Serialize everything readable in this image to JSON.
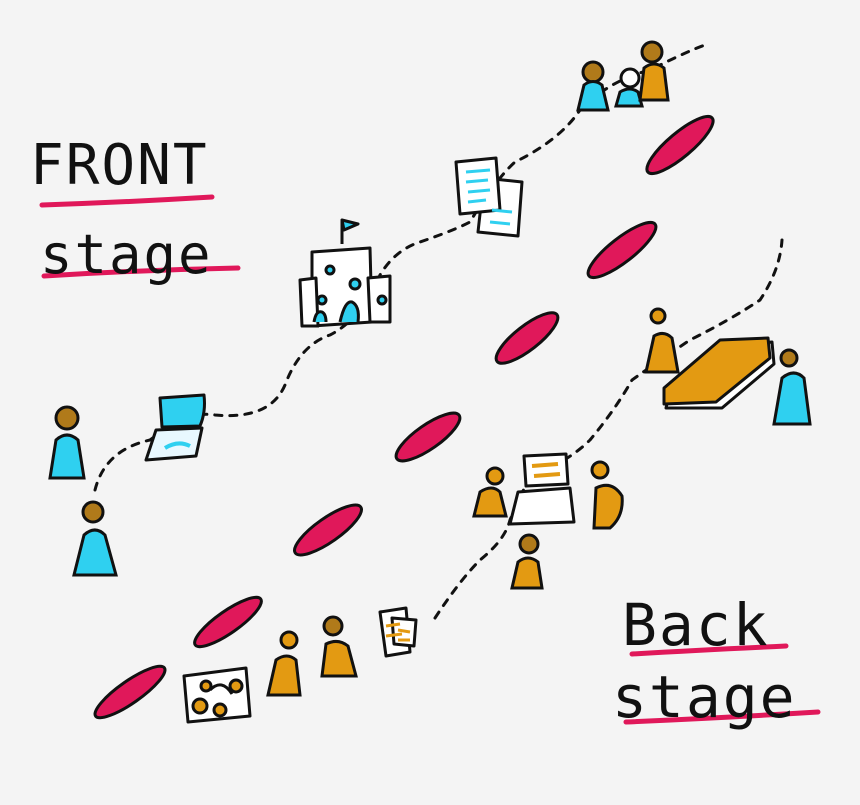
{
  "labels": {
    "front": {
      "line1": "FRONT",
      "line2": "stage"
    },
    "back": {
      "line1": "Back",
      "line2": "stage"
    }
  },
  "colors": {
    "background": "#f4f4f4",
    "ink": "#111111",
    "front_fill": "#2fd0f0",
    "back_fill": "#e39a12",
    "line_of_visibility": "#e0185a"
  },
  "icons": {
    "front_stage": [
      "person-icon",
      "person-icon",
      "laptop-icon",
      "castle-icon",
      "documents-icon",
      "group-icon"
    ],
    "back_stage": [
      "image-icon",
      "person-icon",
      "person-icon",
      "documents-icon",
      "person-icon",
      "laptop-icon",
      "person-icon",
      "person-icon",
      "tablet-icon",
      "person-icon"
    ]
  }
}
